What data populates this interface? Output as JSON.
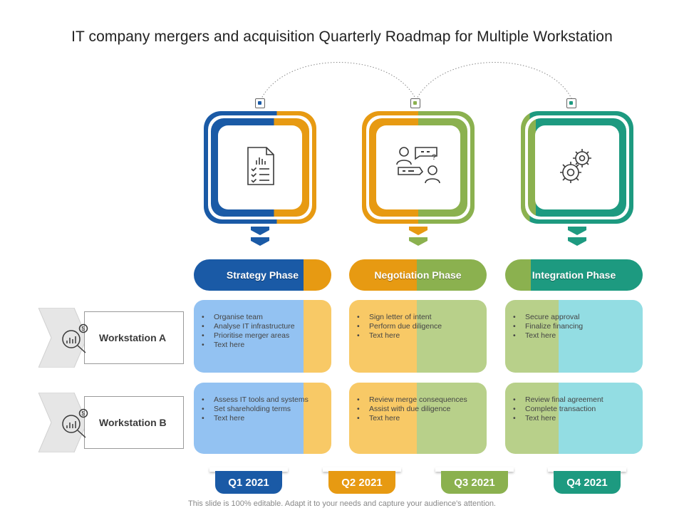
{
  "title": "IT company mergers and acquisition Quarterly Roadmap for Multiple Workstation",
  "colors": {
    "blue": "#1a5aa6",
    "orange": "#e79a12",
    "green": "#8bb14f",
    "teal": "#1d9a80",
    "light_blue": "#93c2f2",
    "light_orange": "#f8c966",
    "light_green": "#b8d08a",
    "light_teal": "#93dde3"
  },
  "phases": [
    {
      "label": "Strategy Phase",
      "icon": "report-document-icon"
    },
    {
      "label": "Negotiation Phase",
      "icon": "people-chat-icon"
    },
    {
      "label": "Integration Phase",
      "icon": "gears-icon"
    }
  ],
  "workstations": [
    {
      "label": "Workstation A",
      "icon": "analysis-magnifier-icon"
    },
    {
      "label": "Workstation B",
      "icon": "analysis-magnifier-icon"
    }
  ],
  "cells": {
    "a_strategy": [
      "Organise team",
      "Analyse IT infrastructure",
      "Prioritise merger areas",
      "Text here"
    ],
    "a_negotiation": [
      "Sign letter of intent",
      "Perform due diligence",
      "Text here"
    ],
    "a_integration": [
      "Secure approval",
      "Finalize  financing",
      "Text here"
    ],
    "b_strategy": [
      "Assess IT tools and systems",
      "Set shareholding terms",
      "Text here"
    ],
    "b_negotiation": [
      "Review merge consequences",
      "Assist with due diligence",
      "Text here"
    ],
    "b_integration": [
      "Review final agreement",
      "Complete  transaction",
      "Text here"
    ]
  },
  "quarters": [
    "Q1 2021",
    "Q2 2021",
    "Q3 2021",
    "Q4 2021"
  ],
  "footer": "This slide is 100% editable. Adapt it to your needs and capture your audience's attention."
}
